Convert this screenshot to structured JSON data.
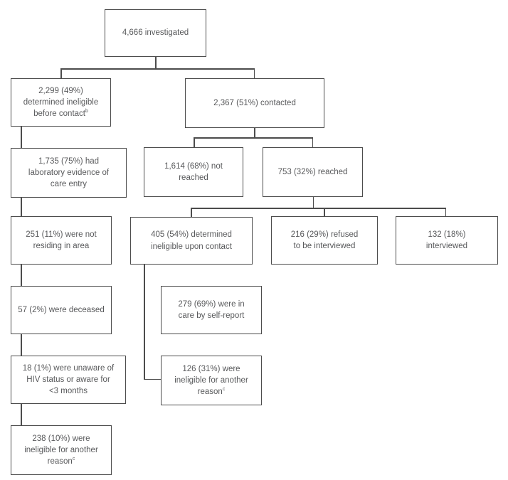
{
  "figure": {
    "background_color": "#ffffff",
    "line_color": "#4c4c4c",
    "text_color": "#58595b"
  },
  "boxes": {
    "investigated": {
      "text": "4,666 investigated"
    },
    "ineligible_before_contact": {
      "text": "2,299 (49%)\ndetermined ineligible\nbefore contact",
      "sup": "b"
    },
    "contacted": {
      "text": "2,367 (51%) contacted"
    },
    "lab_evidence": {
      "text": "1,735 (75%) had\nlaboratory evidence of\ncare entry"
    },
    "not_reached": {
      "text": "1,614 (68%) not\nreached"
    },
    "reached": {
      "text": "753 (32%) reached"
    },
    "not_residing": {
      "text": "251 (11%) were not\nresiding in area"
    },
    "ineligible_upon_contact": {
      "text": "405 (54%) determined\nineligible upon contact"
    },
    "refused": {
      "text": "216 (29%) refused\nto be interviewed"
    },
    "interviewed": {
      "text": "132 (18%)\ninterviewed"
    },
    "deceased": {
      "text": "57 (2%) were deceased"
    },
    "in_care_self_report": {
      "text": "279 (69%) were in\ncare by self-report"
    },
    "unaware_hiv": {
      "text": "18 (1%) were unaware of\nHIV status or aware for\n<3 months"
    },
    "ineligible_another_126": {
      "text": "126 (31%) were\nineligible for another\nreason",
      "sup": "c"
    },
    "ineligible_another_238": {
      "text": "238 (10%) were\nineligible for another\nreason",
      "sup": "c"
    }
  }
}
